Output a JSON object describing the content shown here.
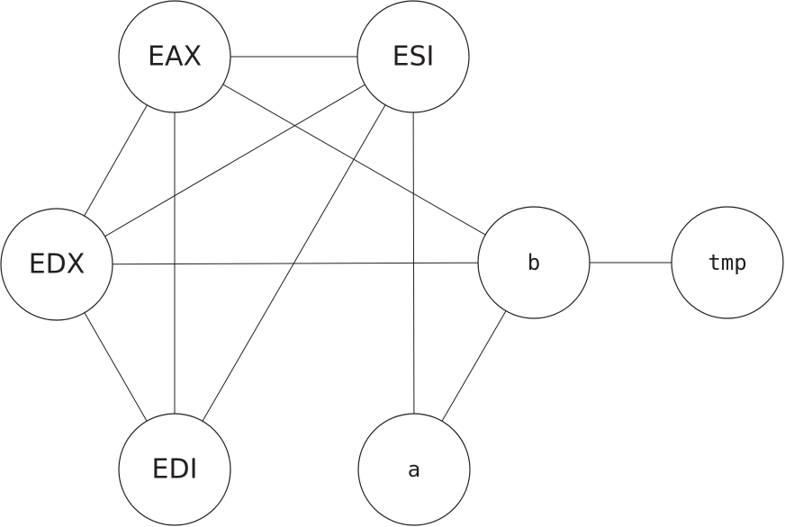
{
  "graph": {
    "nodes": [
      {
        "id": "EAX",
        "label": "EAX",
        "style": "sans"
      },
      {
        "id": "ESI",
        "label": "ESI",
        "style": "sans"
      },
      {
        "id": "EDX",
        "label": "EDX",
        "style": "sans"
      },
      {
        "id": "b",
        "label": "b",
        "style": "mono"
      },
      {
        "id": "tmp",
        "label": "tmp",
        "style": "mono"
      },
      {
        "id": "EDI",
        "label": "EDI",
        "style": "sans"
      },
      {
        "id": "a",
        "label": "a",
        "style": "mono"
      }
    ],
    "edges": [
      [
        "EAX",
        "ESI"
      ],
      [
        "EAX",
        "EDX"
      ],
      [
        "EAX",
        "EDI"
      ],
      [
        "EAX",
        "b"
      ],
      [
        "ESI",
        "EDX"
      ],
      [
        "ESI",
        "EDI"
      ],
      [
        "ESI",
        "a"
      ],
      [
        "EDX",
        "b"
      ],
      [
        "EDX",
        "EDI"
      ],
      [
        "b",
        "tmp"
      ],
      [
        "b",
        "a"
      ]
    ],
    "colors": {
      "stroke": "#231f20",
      "fill": "#ffffff"
    }
  }
}
